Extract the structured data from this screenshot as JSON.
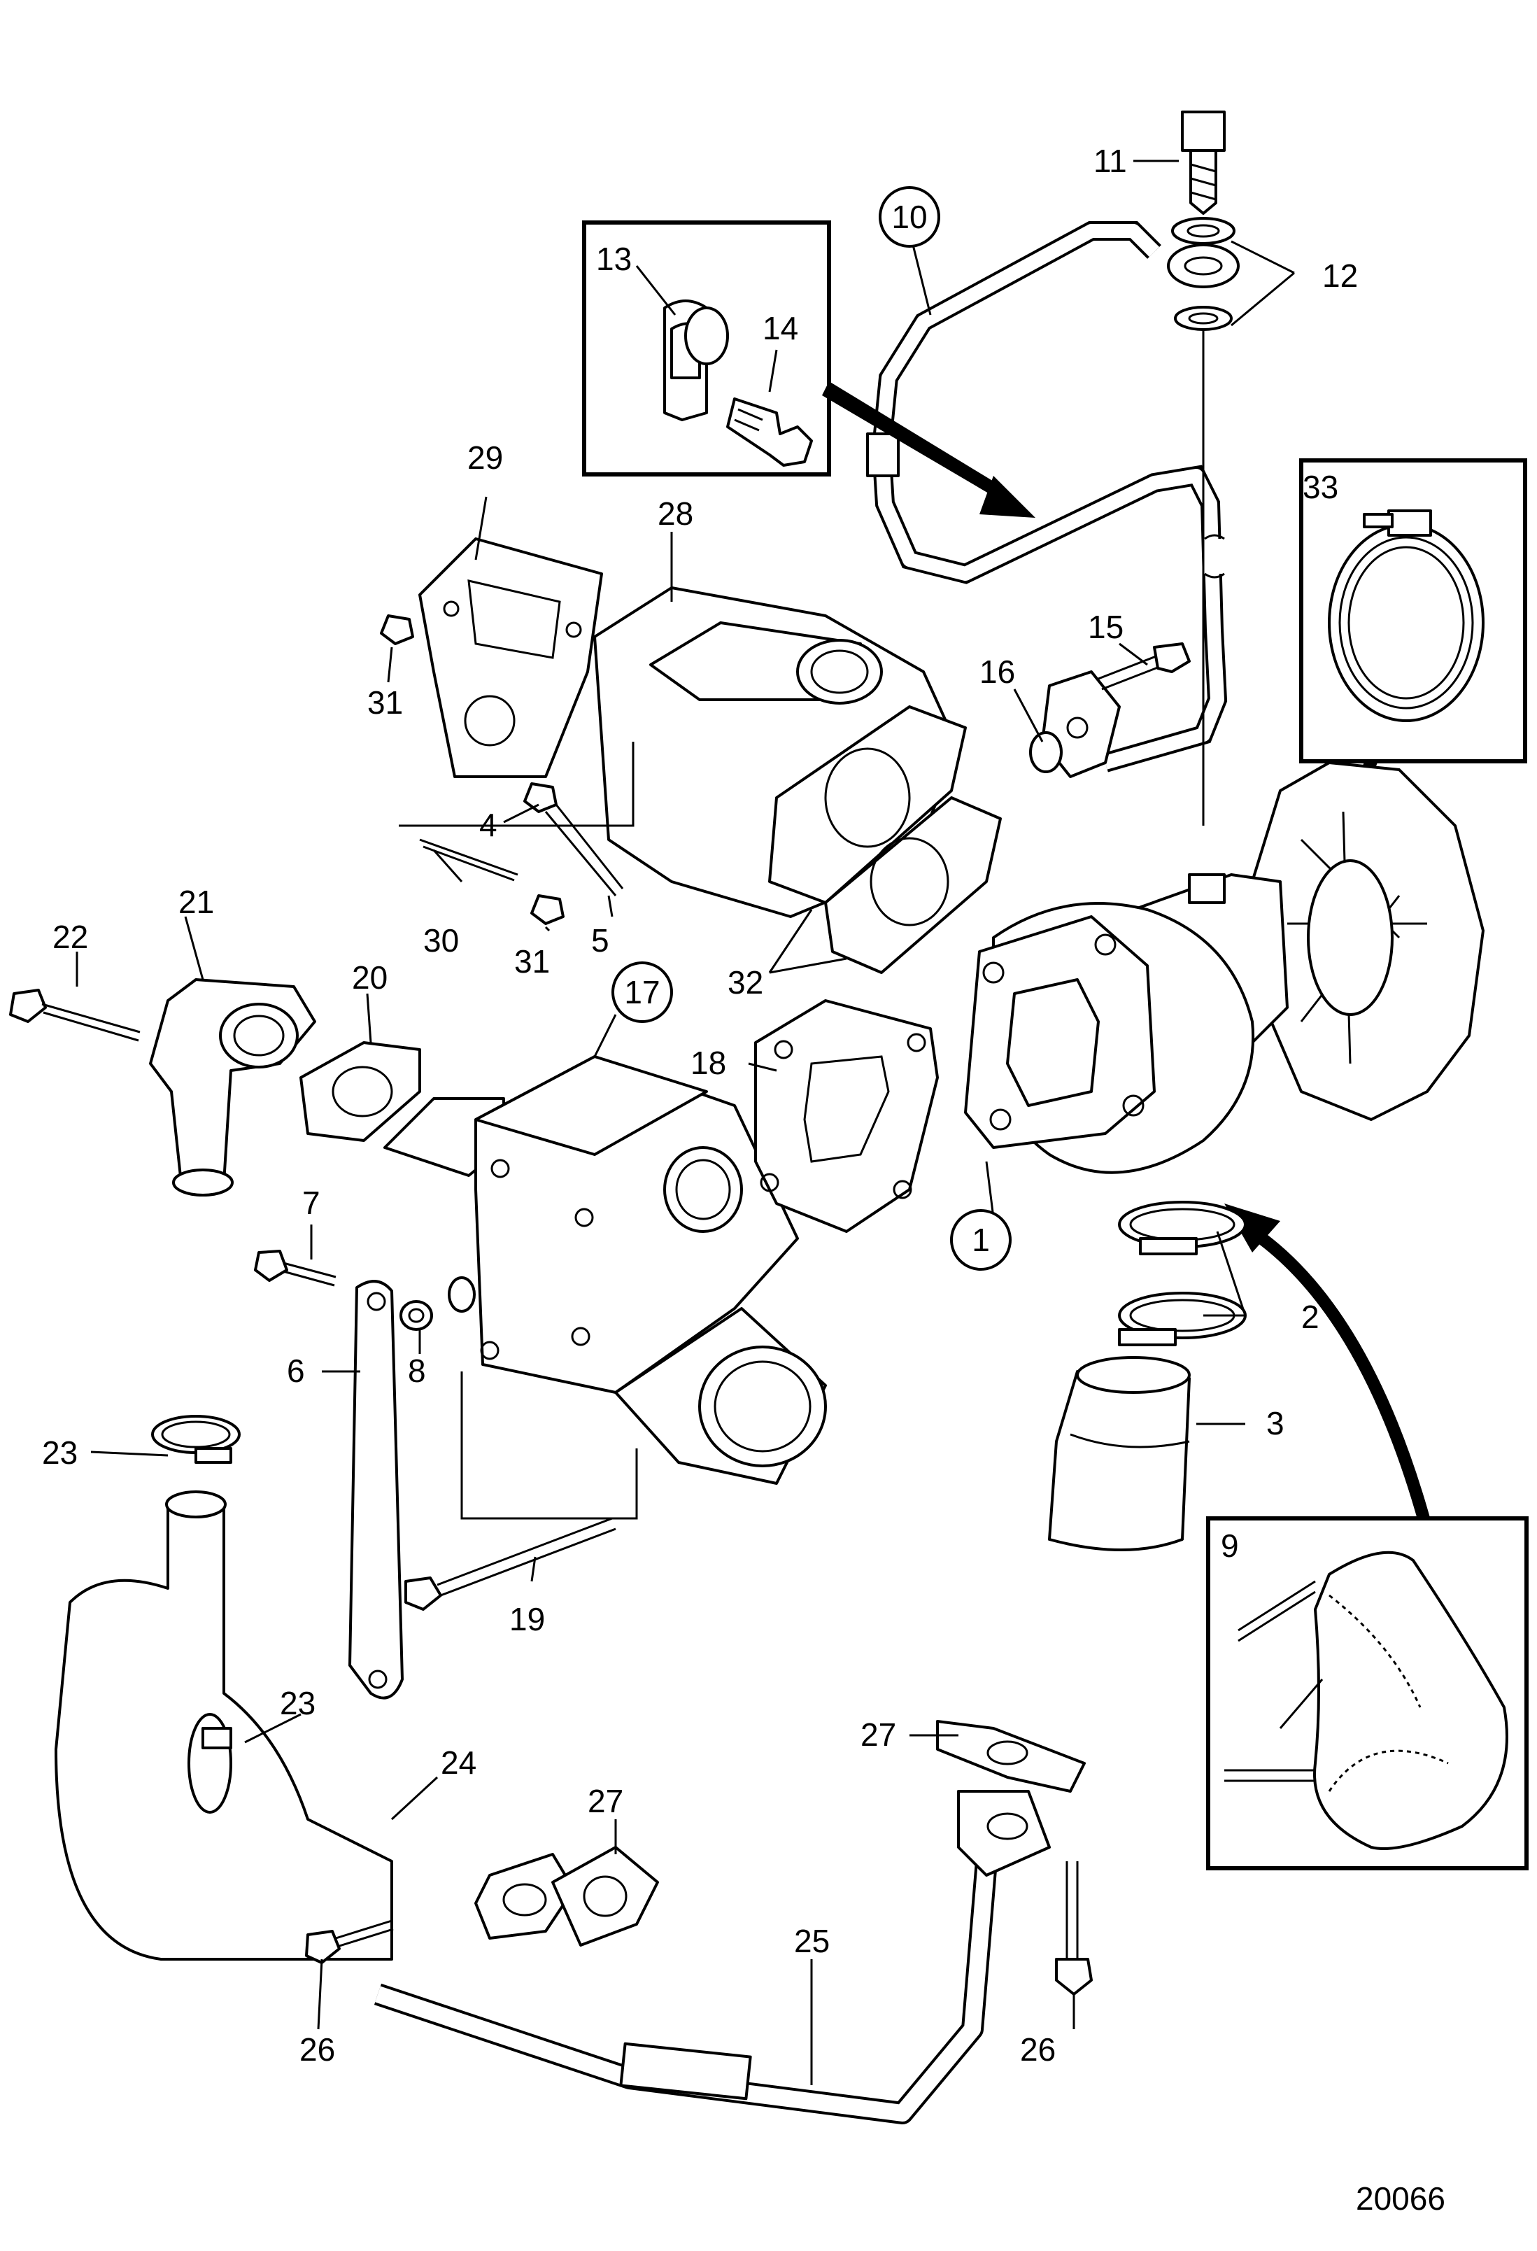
{
  "drawing_number": "20066",
  "callouts": [
    {
      "id": "c1",
      "text": "1",
      "circled": true
    },
    {
      "id": "c2",
      "text": "2"
    },
    {
      "id": "c3",
      "text": "3"
    },
    {
      "id": "c4",
      "text": "4"
    },
    {
      "id": "c5",
      "text": "5"
    },
    {
      "id": "c6",
      "text": "6"
    },
    {
      "id": "c7",
      "text": "7"
    },
    {
      "id": "c8",
      "text": "8"
    },
    {
      "id": "c9",
      "text": "9"
    },
    {
      "id": "c10",
      "text": "10",
      "circled": true
    },
    {
      "id": "c11",
      "text": "11"
    },
    {
      "id": "c12",
      "text": "12"
    },
    {
      "id": "c13",
      "text": "13"
    },
    {
      "id": "c14",
      "text": "14"
    },
    {
      "id": "c15",
      "text": "15"
    },
    {
      "id": "c16",
      "text": "16"
    },
    {
      "id": "c17",
      "text": "17",
      "circled": true
    },
    {
      "id": "c18",
      "text": "18"
    },
    {
      "id": "c19",
      "text": "19"
    },
    {
      "id": "c20",
      "text": "20"
    },
    {
      "id": "c21",
      "text": "21"
    },
    {
      "id": "c22",
      "text": "22"
    },
    {
      "id": "c23a",
      "text": "23"
    },
    {
      "id": "c23b",
      "text": "23"
    },
    {
      "id": "c24",
      "text": "24"
    },
    {
      "id": "c25",
      "text": "25"
    },
    {
      "id": "c26a",
      "text": "26"
    },
    {
      "id": "c26b",
      "text": "26"
    },
    {
      "id": "c27a",
      "text": "27"
    },
    {
      "id": "c27b",
      "text": "27"
    },
    {
      "id": "c28",
      "text": "28"
    },
    {
      "id": "c29",
      "text": "29"
    },
    {
      "id": "c30",
      "text": "30"
    },
    {
      "id": "c31a",
      "text": "31"
    },
    {
      "id": "c31b",
      "text": "31"
    },
    {
      "id": "c32",
      "text": "32"
    },
    {
      "id": "c33",
      "text": "33"
    }
  ]
}
